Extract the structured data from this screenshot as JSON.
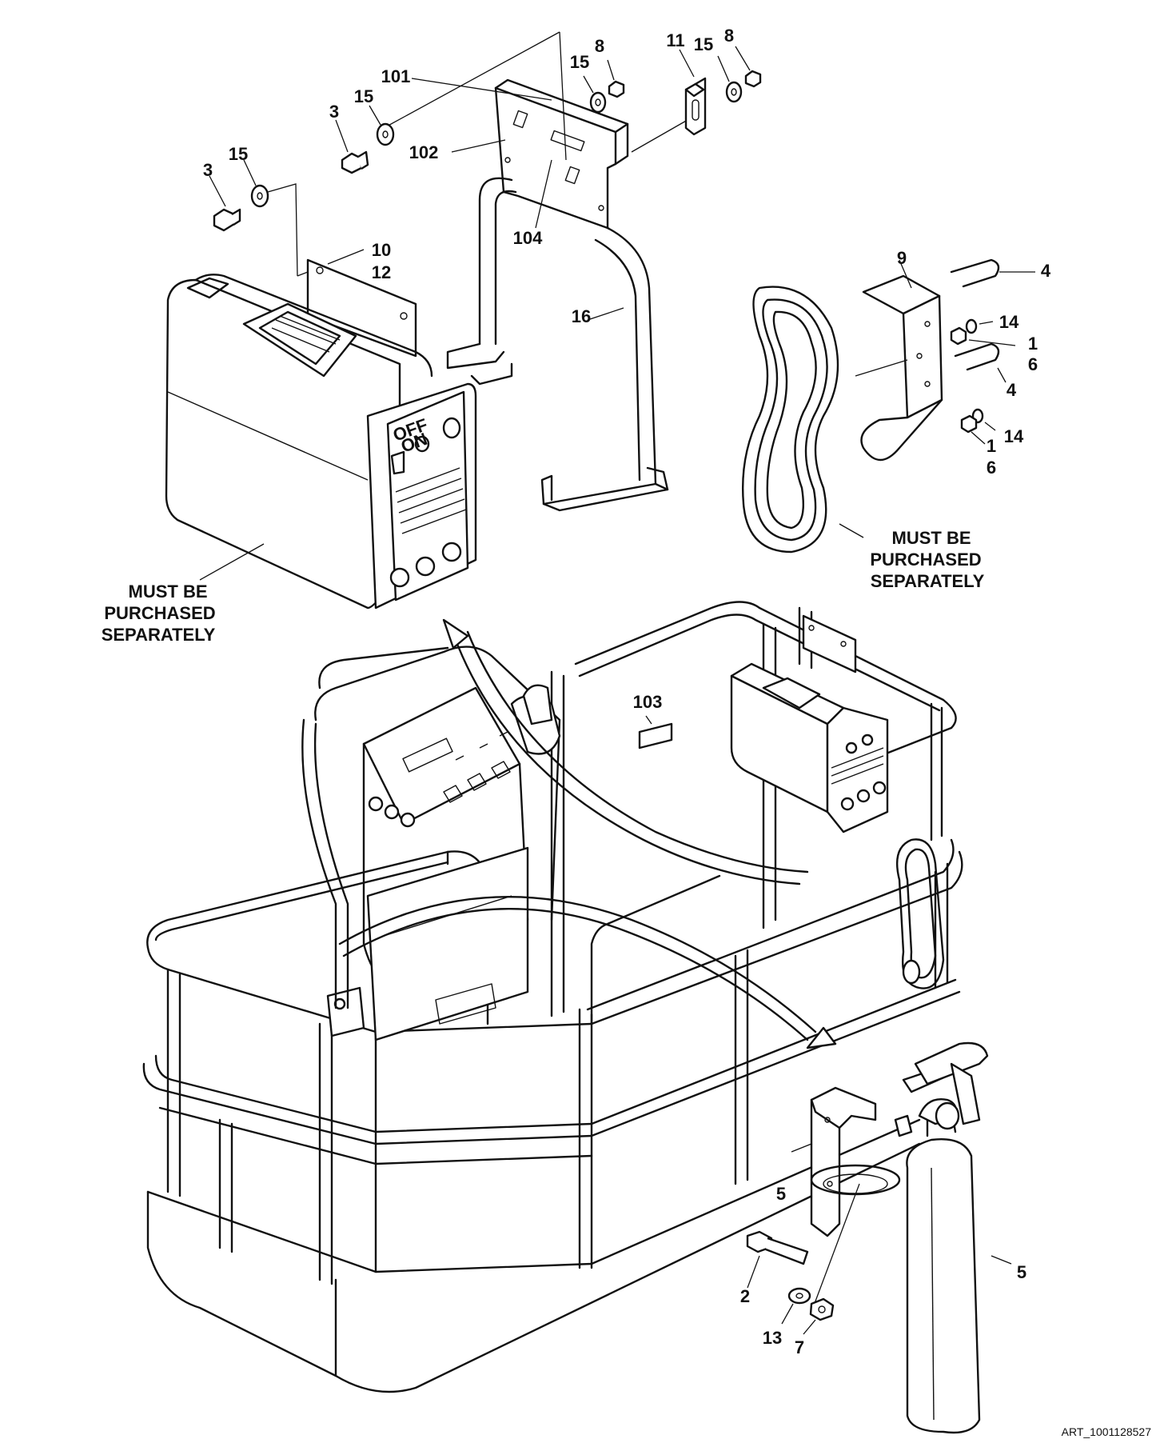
{
  "callouts": [
    {
      "id": "c-101",
      "text": "101"
    },
    {
      "id": "c-102",
      "text": "102"
    },
    {
      "id": "c-103",
      "text": "103"
    },
    {
      "id": "c-104",
      "text": "104"
    },
    {
      "id": "c-3a",
      "text": "3"
    },
    {
      "id": "c-3b",
      "text": "3"
    },
    {
      "id": "c-15a",
      "text": "15"
    },
    {
      "id": "c-15b",
      "text": "15"
    },
    {
      "id": "c-15c",
      "text": "15"
    },
    {
      "id": "c-15d",
      "text": "15"
    },
    {
      "id": "c-8a",
      "text": "8"
    },
    {
      "id": "c-8b",
      "text": "8"
    },
    {
      "id": "c-11",
      "text": "11"
    },
    {
      "id": "c-10",
      "text": "10"
    },
    {
      "id": "c-12",
      "text": "12"
    },
    {
      "id": "c-16",
      "text": "16"
    },
    {
      "id": "c-9",
      "text": "9"
    },
    {
      "id": "c-4a",
      "text": "4"
    },
    {
      "id": "c-4b",
      "text": "4"
    },
    {
      "id": "c-14a",
      "text": "14"
    },
    {
      "id": "c-14b",
      "text": "14"
    },
    {
      "id": "c-1a",
      "text": "1"
    },
    {
      "id": "c-6a",
      "text": "6"
    },
    {
      "id": "c-1b",
      "text": "1"
    },
    {
      "id": "c-6b",
      "text": "6"
    },
    {
      "id": "c-5a",
      "text": "5"
    },
    {
      "id": "c-5b",
      "text": "5"
    },
    {
      "id": "c-2",
      "text": "2"
    },
    {
      "id": "c-13",
      "text": "13"
    },
    {
      "id": "c-7",
      "text": "7"
    }
  ],
  "notes": {
    "welder": [
      "MUST BE",
      "PURCHASED",
      "SEPARATELY"
    ],
    "cable": [
      "MUST BE",
      "PURCHASED",
      "SEPARATELY"
    ]
  },
  "welder_panel": {
    "off_label": "OFF",
    "on_label": "ON"
  },
  "art_id": "ART_1001128527"
}
